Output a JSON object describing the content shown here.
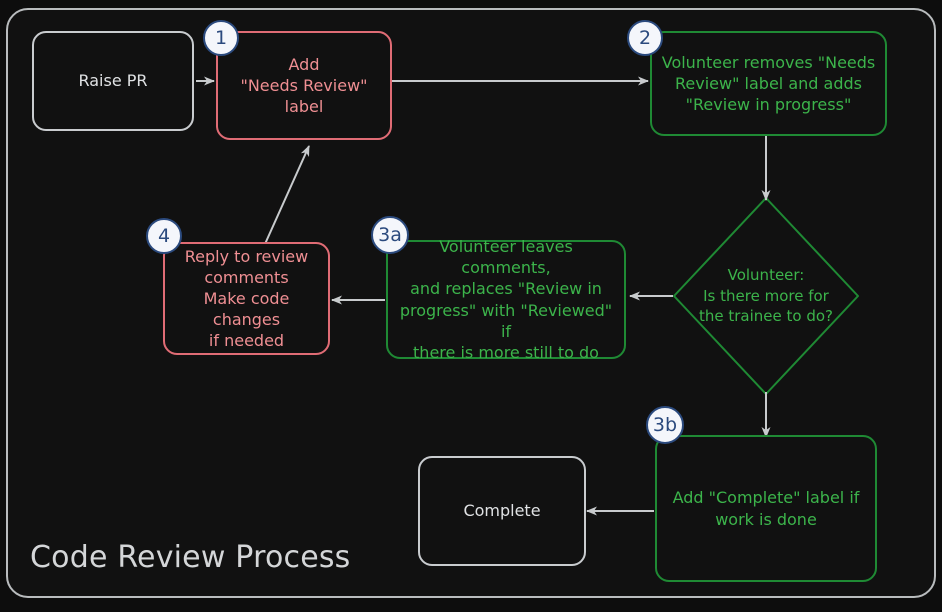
{
  "diagram": {
    "title": "Code Review Process",
    "type": "flowchart",
    "colors": {
      "background": "#111111",
      "frame_border": "#b9bcbe",
      "neutral_stroke": "#c9cccf",
      "neutral_text": "#e0e2e4",
      "red_stroke": "#e06c75",
      "red_text": "#ef8f93",
      "green_stroke": "#1f8a34",
      "green_text": "#3cb44b",
      "badge_fill": "#f4f6fb",
      "badge_stroke": "#2b4a7e",
      "badge_text": "#2b4a7e",
      "arrow": "#c8cbcd"
    },
    "nodes": [
      {
        "id": "raise-pr",
        "label": "Raise PR",
        "shape": "rounded-rect",
        "style": "neutral",
        "badge": null
      },
      {
        "id": "add-needs-review",
        "label": "Add\n\"Needs Review\"\nlabel",
        "shape": "rounded-rect",
        "style": "red",
        "badge": "1"
      },
      {
        "id": "volunteer-removes",
        "label": "Volunteer removes \"Needs\nReview\" label and adds\n\"Review in progress\"",
        "shape": "rounded-rect",
        "style": "green",
        "badge": "2"
      },
      {
        "id": "volunteer-decision",
        "label": "Volunteer:\nIs there more for\nthe trainee to do?",
        "shape": "diamond",
        "style": "green",
        "badge": null
      },
      {
        "id": "volunteer-leaves-comments",
        "label": "Volunteer leaves comments,\nand replaces \"Review in\nprogress\" with \"Reviewed\" if\nthere is more still to do",
        "shape": "rounded-rect",
        "style": "green",
        "badge": "3a"
      },
      {
        "id": "add-complete-label",
        "label": "Add \"Complete\" label if\nwork is done",
        "shape": "rounded-rect",
        "style": "green",
        "badge": "3b"
      },
      {
        "id": "reply-to-review",
        "label": "Reply to review\ncomments\nMake code changes\nif needed",
        "shape": "rounded-rect",
        "style": "red",
        "badge": "4"
      },
      {
        "id": "complete",
        "label": "Complete",
        "shape": "rounded-rect",
        "style": "neutral",
        "badge": null
      }
    ],
    "edges": [
      {
        "id": "e1",
        "from": "raise-pr",
        "to": "add-needs-review",
        "label": ""
      },
      {
        "id": "e2",
        "from": "add-needs-review",
        "to": "volunteer-removes",
        "label": ""
      },
      {
        "id": "e3",
        "from": "volunteer-removes",
        "to": "volunteer-decision",
        "label": ""
      },
      {
        "id": "e4",
        "from": "volunteer-decision",
        "to": "volunteer-leaves-comments",
        "label": ""
      },
      {
        "id": "e5",
        "from": "volunteer-leaves-comments",
        "to": "reply-to-review",
        "label": ""
      },
      {
        "id": "e6",
        "from": "reply-to-review",
        "to": "add-needs-review",
        "label": ""
      },
      {
        "id": "e7",
        "from": "volunteer-decision",
        "to": "add-complete-label",
        "label": ""
      },
      {
        "id": "e8",
        "from": "add-complete-label",
        "to": "complete",
        "label": ""
      }
    ]
  }
}
